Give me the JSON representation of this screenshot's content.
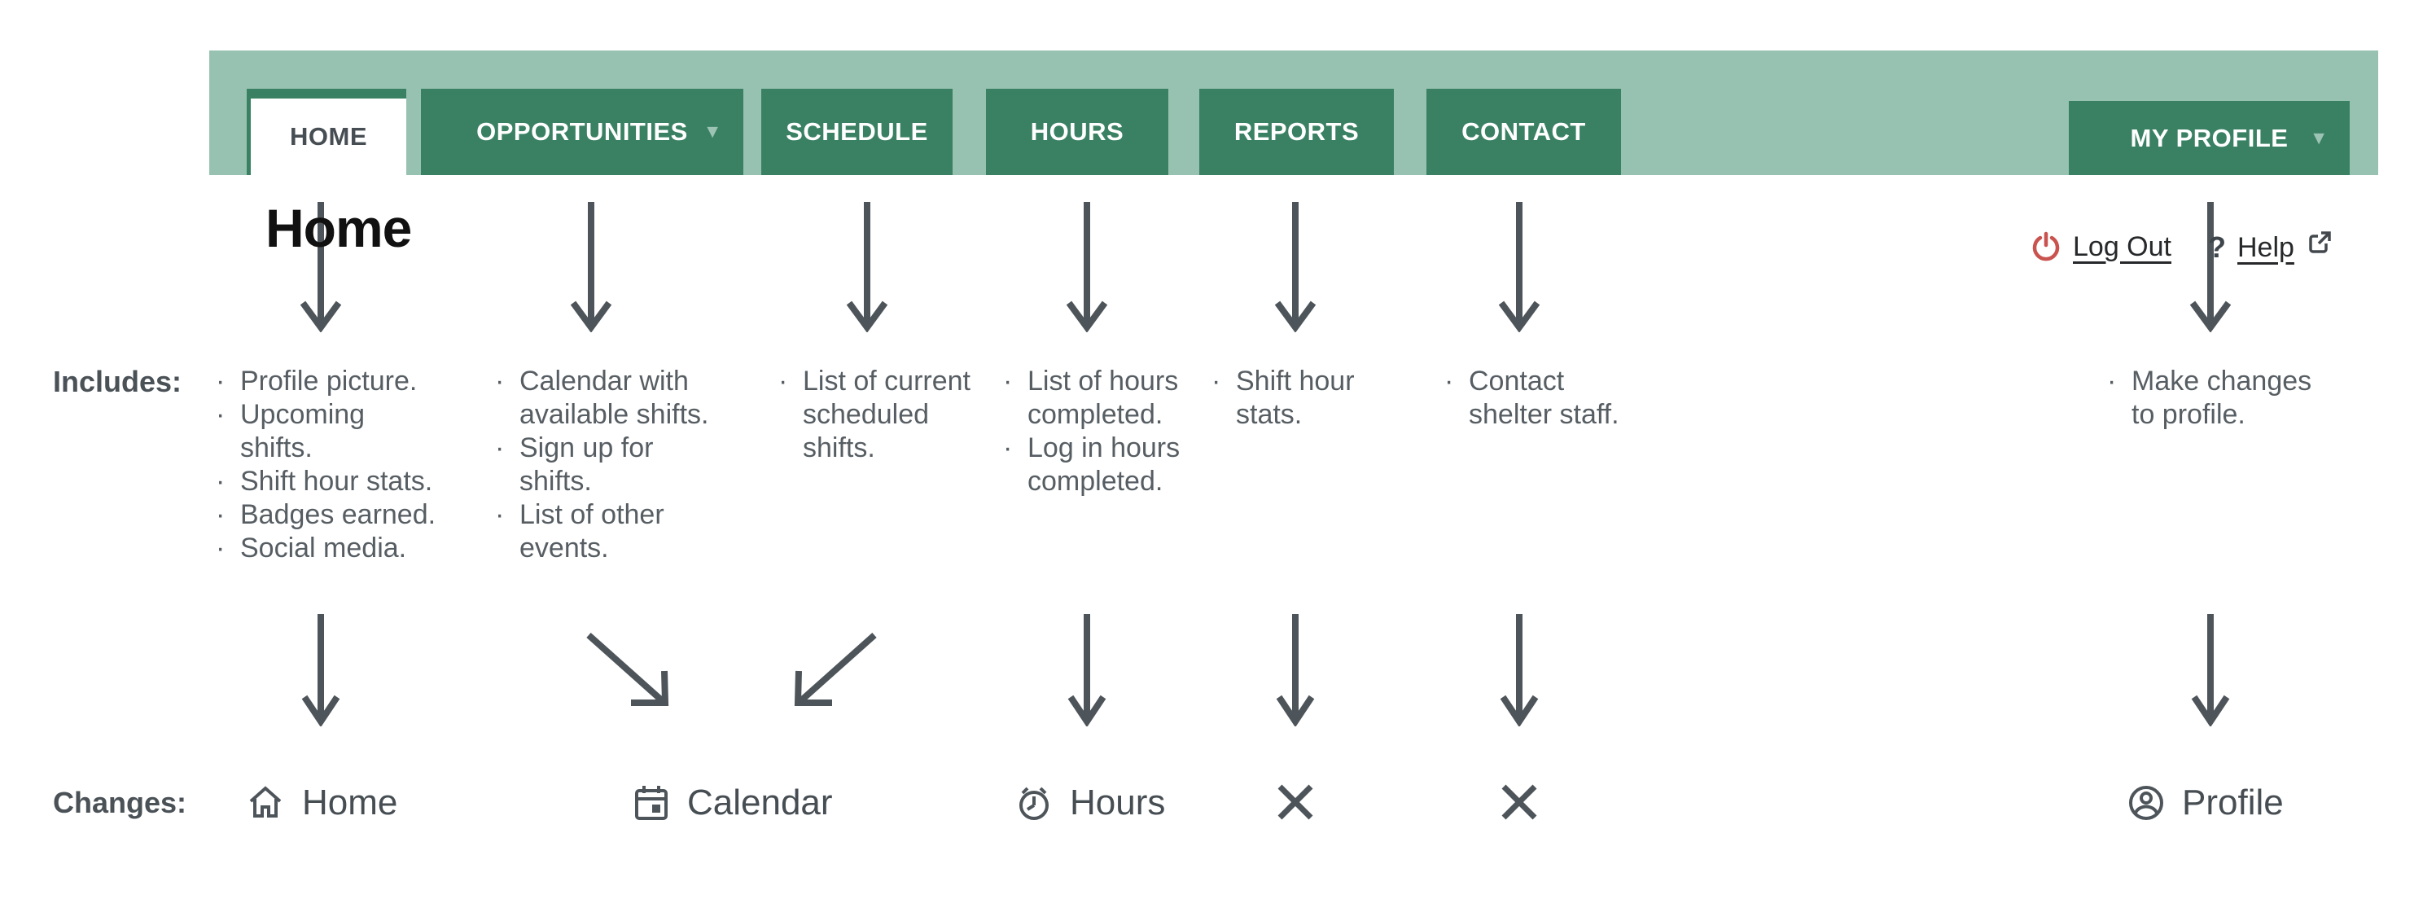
{
  "glyphs": {
    "bullet": "·",
    "caret_down": "▼",
    "question": "?"
  },
  "nav": {
    "tabs": [
      {
        "label": "HOME",
        "active": true,
        "dropdown": false
      },
      {
        "label": "OPPORTUNITIES",
        "active": false,
        "dropdown": true
      },
      {
        "label": "SCHEDULE",
        "active": false,
        "dropdown": false
      },
      {
        "label": "HOURS",
        "active": false,
        "dropdown": false
      },
      {
        "label": "REPORTS",
        "active": false,
        "dropdown": false
      },
      {
        "label": "CONTACT",
        "active": false,
        "dropdown": false
      }
    ],
    "profile_tab": {
      "label": "MY PROFILE",
      "dropdown": true
    },
    "links": {
      "logout": "Log Out",
      "help": "Help"
    }
  },
  "page": {
    "title": "Home"
  },
  "includes": {
    "label": "Includes:",
    "cols": [
      {
        "tab": "HOME",
        "items": [
          "Profile picture.",
          "Upcoming\nshifts.",
          "Shift hour stats.",
          "Badges earned.",
          "Social media."
        ]
      },
      {
        "tab": "OPPORTUNITIES",
        "items": [
          "Calendar with\navailable shifts.",
          "Sign up for\nshifts.",
          "List of other\nevents."
        ]
      },
      {
        "tab": "SCHEDULE",
        "items": [
          "List of current\nscheduled\nshifts."
        ]
      },
      {
        "tab": "HOURS",
        "items": [
          "List of hours\ncompleted.",
          "Log in hours\ncompleted."
        ]
      },
      {
        "tab": "REPORTS",
        "items": [
          "Shift hour\nstats."
        ]
      },
      {
        "tab": "CONTACT",
        "items": [
          "Contact\nshelter staff."
        ]
      },
      {
        "tab": "MY PROFILE",
        "items": [
          "Make changes\nto profile."
        ]
      }
    ]
  },
  "changes": {
    "label": "Changes:",
    "items": [
      {
        "icon": "home",
        "label": "Home"
      },
      {
        "icon": "calendar",
        "label": "Calendar"
      },
      {
        "icon": "alarm-clock",
        "label": "Hours"
      },
      {
        "icon": "x-removed",
        "label": ""
      },
      {
        "icon": "x-removed",
        "label": ""
      },
      {
        "icon": "profile",
        "label": "Profile"
      }
    ]
  },
  "colors": {
    "nav_band": "#97c2b1",
    "tab_green": "#3a8164",
    "active_tab_bg": "#ffffff",
    "active_tab_text": "#474e53",
    "tab_text": "#ffffff",
    "caret": "#9cc3b4",
    "heading_text": "#111111",
    "body_text": "#575e63",
    "label_text": "#4b5257",
    "arrow": "#4e555a",
    "logout_red": "#c9534f"
  }
}
